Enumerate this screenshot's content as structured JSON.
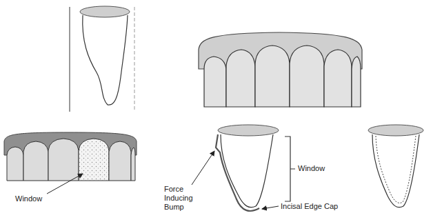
{
  "diagram": {
    "labels": [
      "Window",
      "Force Inducing Bump",
      "Window",
      "Incisal Edge Cap"
    ]
  }
}
